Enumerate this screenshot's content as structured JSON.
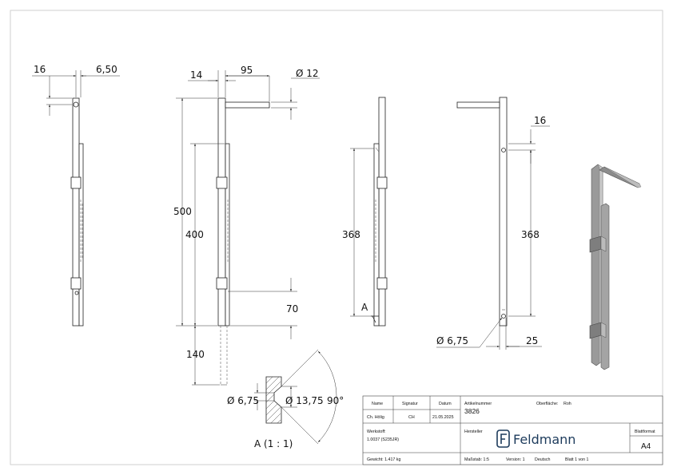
{
  "views": {
    "left": {
      "dim_top_left": "16",
      "dim_top_right": "6,50"
    },
    "front": {
      "dim_14": "14",
      "dim_95": "95",
      "dim_dia12": "Ø 12",
      "dim_500": "500",
      "dim_400": "400",
      "dim_70": "70",
      "dim_140": "140"
    },
    "side": {
      "dim_368": "368",
      "section_marker": "A"
    },
    "back": {
      "dim_16": "16",
      "dim_368": "368",
      "dim_dia675": "Ø 6,75",
      "dim_25": "25"
    },
    "section": {
      "dim_dia675": "Ø 6,75",
      "dim_dia1375": "Ø 13,75",
      "angle": "90°",
      "label": "A (1 : 1)"
    }
  },
  "title_block": {
    "headers": {
      "name": "Name",
      "signature": "Signatur",
      "date": "Datum"
    },
    "drawn_by": {
      "name": "Ch. Hölig",
      "signature": "CH",
      "date": "21.05.2025"
    },
    "article_label": "Artikelnummer",
    "article_number": "3826",
    "surface_label": "Oberfläche:",
    "surface_value": "Roh",
    "material_label": "Werkstoff:",
    "material_value": "1.0037 (S235JR)",
    "manufacturer_label": "Hersteller",
    "sheet_format_label": "Blattformat",
    "sheet_format_value": "A4",
    "weight": "Gewicht: 1.417 kg",
    "scale": "Maßstab: 1:5",
    "version": "Version: 1",
    "language": "Deutsch",
    "sheet": "Blatt 1 von 1",
    "logo_text": "Feldmann",
    "logo_icon": "feldmann-logo-icon"
  },
  "colors": {
    "line": "#222222",
    "logo": "#1d3b5c",
    "iso_dark": "#8c8c8c",
    "iso_light": "#c9c9c9"
  }
}
